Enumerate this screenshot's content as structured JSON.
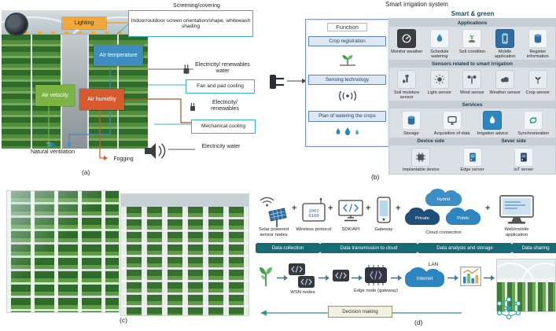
{
  "colors": {
    "accent_teal": "#156a76",
    "lighting_orange": "#f2a73d",
    "temperature_blue": "#3f8dbf",
    "velocity_green": "#7db343",
    "humidity_red": "#d9592e",
    "cyan_border": "#35b4c9",
    "cloud_blue": "#2e86c1",
    "cloud_navy": "#1f4e79"
  },
  "panel_a": {
    "caption": "(a)",
    "screening_title": "Screening/covering",
    "screening_box": "Indoor/outdoor screen orientation/shape, whitewash shading",
    "lighting": "Lighting",
    "air_temperature": "Air temperature",
    "electricity_renewables_water": "Electricity/ renewables water",
    "fan_and_pad_cooling": "Fan and pad cooling",
    "air_velocity": "Air velocity",
    "air_humidity": "Air humidity",
    "electricity_renewables": "Electricity/ renewables",
    "mechanical_cooling": "Mechanical cooling",
    "natural_ventilation": "Natural ventilation",
    "fogging": "Fogging",
    "electricity_water": "Electricity water"
  },
  "panel_b": {
    "caption": "(b)",
    "title": "Smart irrigation system",
    "function": {
      "title": "Function",
      "items": [
        "Crop registration",
        "Sensing technology",
        "Plan of watering the crops"
      ]
    },
    "smart_green": {
      "title": "Smart & green",
      "applications": {
        "header": "Applications",
        "items": [
          "Monitor weather",
          "Schedule watering",
          "Soil condition",
          "Mobile application",
          "Register information"
        ]
      },
      "sensors": {
        "header": "Sensors related to smart irrigation",
        "items": [
          "Soil moisture sensor",
          "Light sensor",
          "Wind sensor",
          "Weather sensor",
          "Crop sensor"
        ]
      },
      "services": {
        "header": "Services",
        "items": [
          "Storage",
          "Acquisition of data",
          "Irrigation advice",
          "Synchronization"
        ]
      },
      "devices": {
        "header_left": "Device side",
        "header_right": "Sever side",
        "items": [
          "Implantable device",
          "Edge server",
          "IoT server"
        ]
      }
    }
  },
  "panel_c": {
    "caption": "(c)"
  },
  "panel_d": {
    "caption": "(d)",
    "plus": "+",
    "wireless_bits": "1001 0100",
    "chain_labels": [
      "Solar powered sensor nodes",
      "Wireless protocol",
      "SDK/API",
      "Gateway",
      "Cloud connection",
      "Web/mobile application"
    ],
    "clouds": [
      "Hybrid",
      "Private",
      "Public"
    ],
    "banners": [
      "Data collection",
      "Data transmission to cloud",
      "Data analysis and storage",
      "Data sharing"
    ],
    "flow": {
      "wsn_label": "WSN nodes",
      "edge_label": "Edge node (gateway)",
      "lan": "LAN",
      "internet": "Internet",
      "decision": "Decision making"
    }
  }
}
